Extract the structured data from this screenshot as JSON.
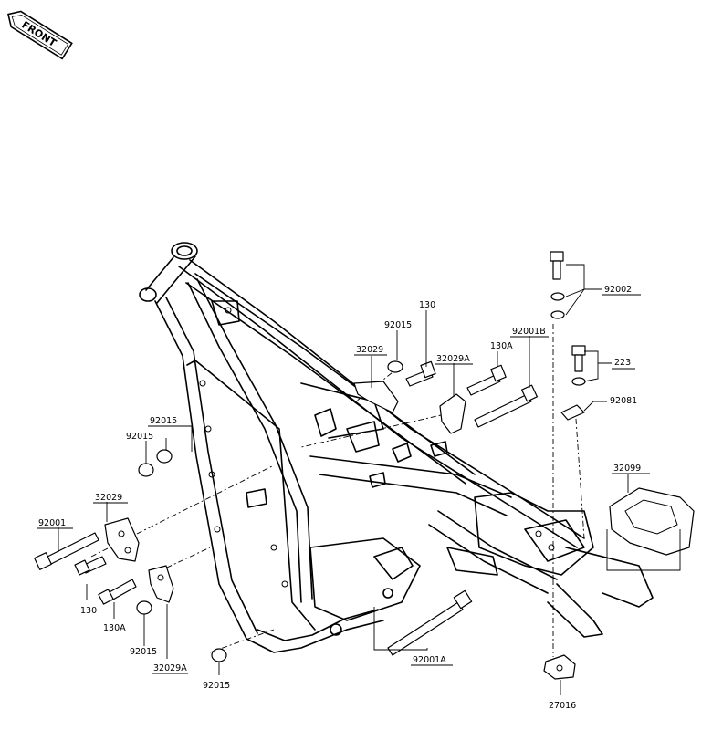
{
  "diagram": {
    "front_badge": "FRONT",
    "parts": [
      {
        "id": "p-92002",
        "label": "92002"
      },
      {
        "id": "p-130-top",
        "label": "130"
      },
      {
        "id": "p-92001b",
        "label": "92001B"
      },
      {
        "id": "p-92015-top",
        "label": "92015"
      },
      {
        "id": "p-130a-top",
        "label": "130A"
      },
      {
        "id": "p-32029-top",
        "label": "32029"
      },
      {
        "id": "p-32029a-top",
        "label": "32029A"
      },
      {
        "id": "p-223",
        "label": "223"
      },
      {
        "id": "p-92081",
        "label": "92081"
      },
      {
        "id": "p-92015-left-a",
        "label": "92015"
      },
      {
        "id": "p-92015-left-b",
        "label": "92015"
      },
      {
        "id": "p-32099",
        "label": "32099"
      },
      {
        "id": "p-32029-left",
        "label": "32029"
      },
      {
        "id": "p-92001",
        "label": "92001"
      },
      {
        "id": "p-130-left",
        "label": "130"
      },
      {
        "id": "p-130a-left",
        "label": "130A"
      },
      {
        "id": "p-92015-bottom-a",
        "label": "92015"
      },
      {
        "id": "p-32029a-bottom",
        "label": "32029A"
      },
      {
        "id": "p-92015-bottom-b",
        "label": "92015"
      },
      {
        "id": "p-92001a",
        "label": "92001A"
      },
      {
        "id": "p-27016",
        "label": "27016"
      }
    ]
  }
}
